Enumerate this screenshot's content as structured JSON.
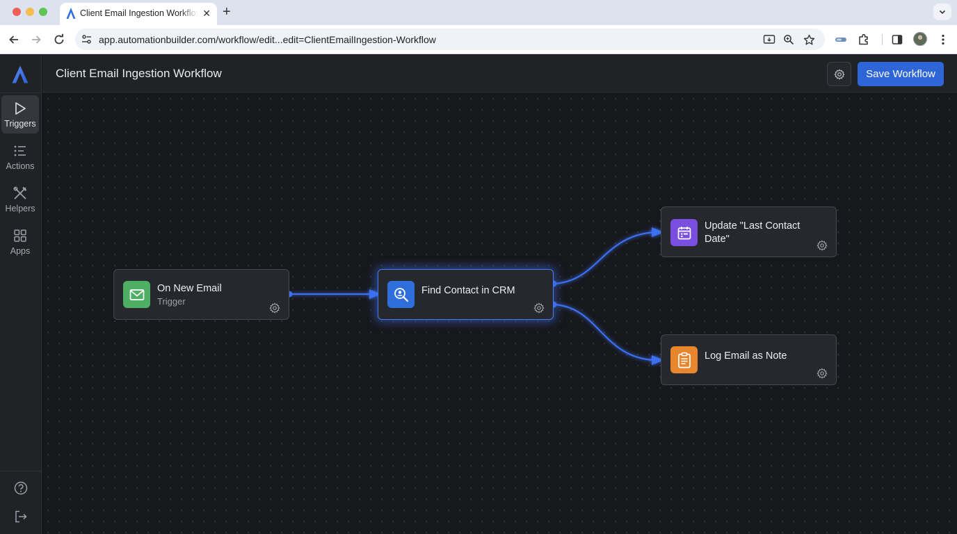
{
  "browser": {
    "tab_title": "Client Email Ingestion Workflow",
    "url": "app.automationbuilder.com/workflow/edit...edit=ClientEmailIngestion-Workflow"
  },
  "app": {
    "workflow_title": "Client Email Ingestion Workflow",
    "save_label": "Save Workflow"
  },
  "sidebar": {
    "items": [
      {
        "label": "Triggers",
        "icon": "play-icon",
        "active": true
      },
      {
        "label": "Actions",
        "icon": "list-icon",
        "active": false
      },
      {
        "label": "Helpers",
        "icon": "tools-icon",
        "active": false
      },
      {
        "label": "Apps",
        "icon": "grid-icon",
        "active": false
      }
    ],
    "bottom": [
      {
        "icon": "help-icon"
      },
      {
        "icon": "logout-icon"
      }
    ]
  },
  "nodes": [
    {
      "id": "on-new-email",
      "title": "On New Email",
      "subtitle": "Trigger",
      "icon": "mail-icon",
      "color": "#4caf64"
    },
    {
      "id": "find-contact",
      "title": "Find Contact in CRM",
      "icon": "search-contact-icon",
      "color": "#2f6fdc",
      "selected": true
    },
    {
      "id": "update-last-contact",
      "title": "Update \"Last Contact Date\"",
      "icon": "calendar-icon",
      "color": "#7a4fe0"
    },
    {
      "id": "log-email-note",
      "title": "Log Email as Note",
      "icon": "note-icon",
      "color": "#e8862e"
    }
  ],
  "connections": [
    {
      "from": "on-new-email",
      "to": "find-contact"
    },
    {
      "from": "find-contact",
      "to": "update-last-contact"
    },
    {
      "from": "find-contact",
      "to": "log-email-note"
    }
  ],
  "colors": {
    "accent": "#2f66d7",
    "wire": "#3d6ff0"
  }
}
